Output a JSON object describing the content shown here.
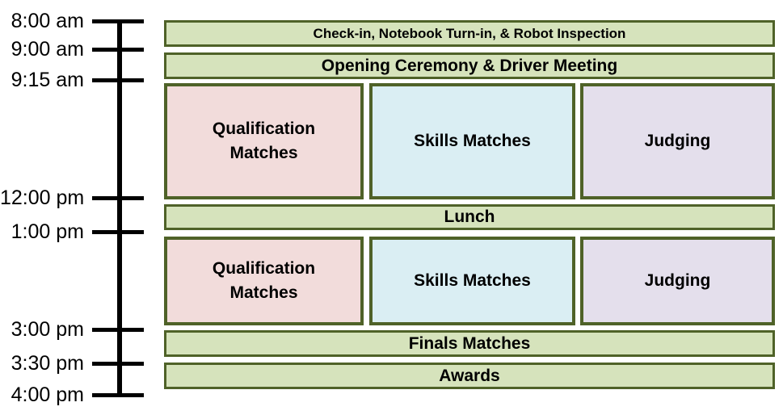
{
  "diagram": {
    "type": "event-schedule-timeline",
    "colors": {
      "bar_fill": "#D6E3BC",
      "border": "#4F6228",
      "qualification_fill": "#F2DCDB",
      "skills_fill": "#DAEEF3",
      "judging_fill": "#E4DFEC",
      "axis": "#000000",
      "text": "#000000",
      "background": "#FFFFFF"
    },
    "timeline": {
      "times": [
        "8:00 am",
        "9:00 am",
        "9:15 am",
        "12:00 pm",
        "1:00 pm",
        "3:00 pm",
        "3:30 pm",
        "4:00 pm"
      ]
    },
    "events": {
      "checkin": {
        "label": "Check-in, Notebook Turn-in, & Robot Inspection",
        "start": "8:00 am",
        "end": "9:00 am"
      },
      "opening": {
        "label": "Opening Ceremony & Driver Meeting",
        "start": "9:00 am",
        "end": "9:15 am"
      },
      "lunch": {
        "label": "Lunch",
        "start": "12:00 pm",
        "end": "1:00 pm"
      },
      "finals": {
        "label": "Finals Matches",
        "start": "3:00 pm",
        "end": "3:30 pm"
      },
      "awards": {
        "label": "Awards",
        "start": "3:30 pm",
        "end": "4:00 pm"
      },
      "morning_parallel": {
        "start": "9:15 am",
        "end": "12:00 pm",
        "blocks": [
          {
            "label": "Qualification Matches"
          },
          {
            "label": "Skills Matches"
          },
          {
            "label": "Judging"
          }
        ]
      },
      "afternoon_parallel": {
        "start": "1:00 pm",
        "end": "3:00 pm",
        "blocks": [
          {
            "label": "Qualification Matches"
          },
          {
            "label": "Skills Matches"
          },
          {
            "label": "Judging"
          }
        ]
      }
    }
  }
}
